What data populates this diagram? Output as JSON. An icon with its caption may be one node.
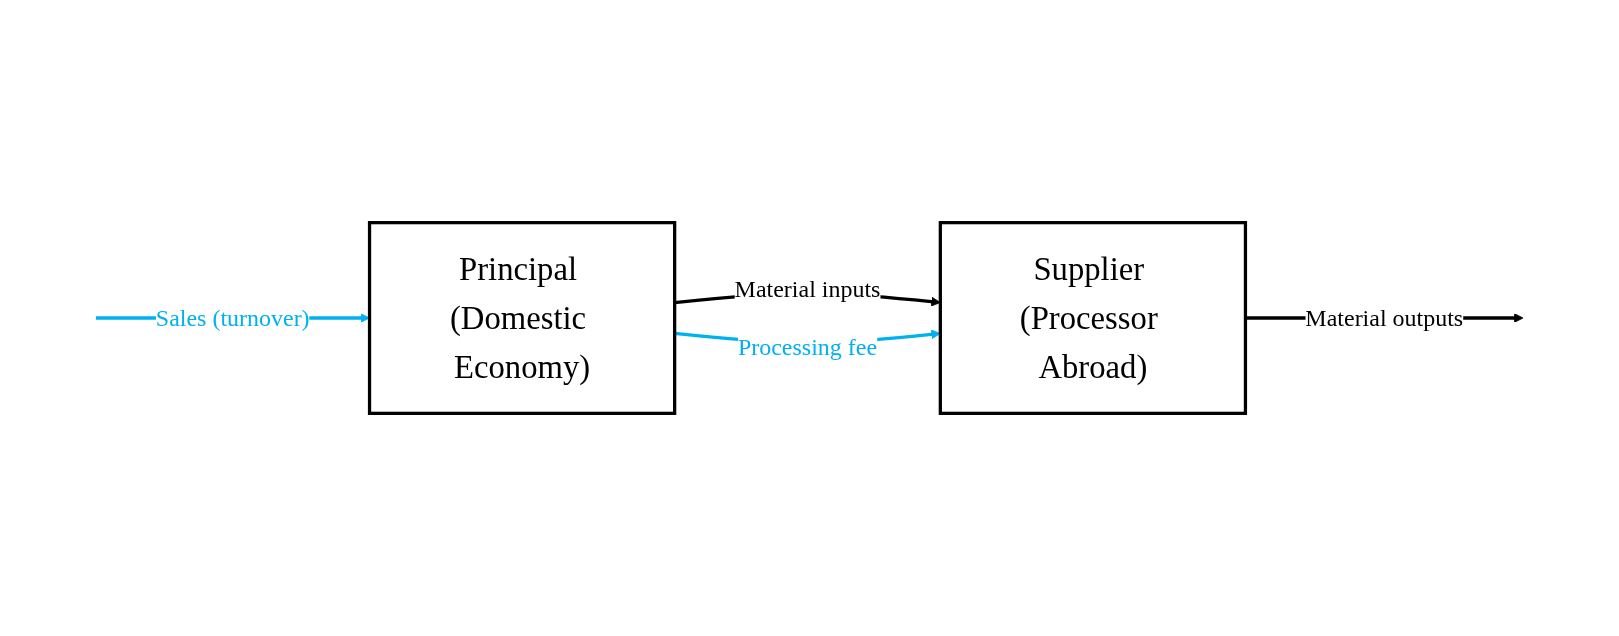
{
  "diagram": {
    "nodes": [
      {
        "text": [
          "Principal (Domestic Economy)"
        ]
      },
      {
        "text": [
          "Supplier (Processor Abroad)"
        ]
      }
    ],
    "edges": [
      {
        "from": 0,
        "to": 1,
        "arrow": "to",
        "label": "Material inputs"
      },
      {
        "from": 0,
        "to": 1,
        "arrow": "to",
        "label": "Processing fee",
        "color": "#00b0f0"
      },
      {
        "from": 1,
        "to": null,
        "arrow": "to",
        "label": "Material outputs"
      },
      {
        "from": null,
        "to": 0,
        "arrow": "to",
        "label": "Sales (turnover)",
        "color": "#00b0f0"
      }
    ]
  }
}
